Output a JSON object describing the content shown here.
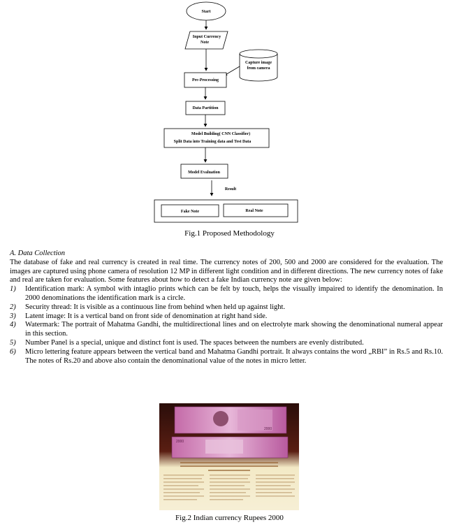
{
  "figure1": {
    "nodes": {
      "start": "Start",
      "input_line1": "Input Currency",
      "input_line2": "Note",
      "capture_line1": "Capture image",
      "capture_line2": "from camera",
      "preprocessing": "Pre-Processing",
      "partition": "Data Partition",
      "model_line1": "Model Building( CNN Classifier)",
      "model_line2": "Split Data into Training data and Test Data",
      "evaluation": "Model Evaluation",
      "result": "Result",
      "fake": "Fake Note",
      "real": "Real Note"
    },
    "caption": "Fig.1 Proposed Methodology"
  },
  "section": {
    "title": "A.  Data Collection",
    "paragraph": "The database of fake and real currency is created in real time. The currency notes of 200, 500 and 2000 are considered for the evaluation. The images are captured using phone camera of resolution 12 MP in different light condition and in different directions. The new currency notes of fake and real are taken for evaluation. Some features about how to detect a fake Indian currency note are given below:",
    "items": [
      {
        "num": "1)",
        "text": "Identification mark: A symbol with intaglio prints which can be felt by touch, helps the visually impaired to identify the denomination. In 2000 denominations the identification mark is a circle."
      },
      {
        "num": "2)",
        "text": "Security thread: It is visible as a continuous line from behind when held up against light."
      },
      {
        "num": "3)",
        "text": "Latent image: It is a vertical band on front side of denomination at right hand side."
      },
      {
        "num": "4)",
        "text": "Watermark: The portrait of Mahatma Gandhi, the multidirectional lines and on electrolyte mark showing the denominational numeral appear in this section."
      },
      {
        "num": "5)",
        "text": "Number Panel is a special, unique and distinct font is used. The spaces between the numbers are evenly distributed."
      },
      {
        "num": "6)",
        "text": "Micro lettering feature appears between the vertical band and Mahatma Gandhi portrait. It always contains the word „RBI” in Rs.5 and Rs.10. The notes of Rs.20 and above also contain the denominational value of the notes in micro letter."
      }
    ]
  },
  "figure2": {
    "note_value": "2000",
    "caption": "Fig.2 Indian currency Rupees 2000"
  }
}
